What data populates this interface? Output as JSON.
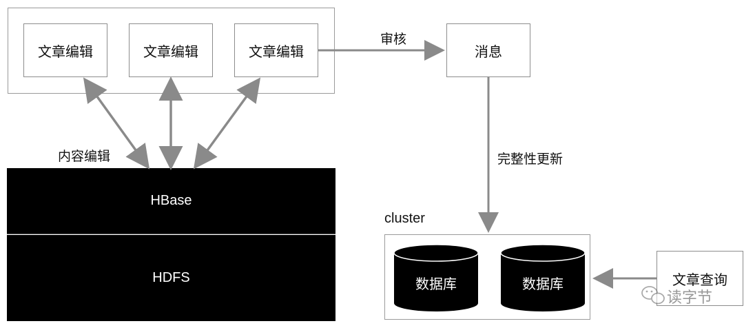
{
  "editors": [
    {
      "label": "文章编辑"
    },
    {
      "label": "文章编辑"
    },
    {
      "label": "文章编辑"
    }
  ],
  "edge_labels": {
    "review": "审核",
    "content_edit": "内容编辑",
    "integrity_update": "完整性更新"
  },
  "message": "消息",
  "storage": {
    "hbase": "HBase",
    "hdfs": "HDFS"
  },
  "cluster": {
    "title": "cluster",
    "databases": [
      {
        "label": "数据库"
      },
      {
        "label": "数据库"
      }
    ]
  },
  "query": "文章查询",
  "watermark": "读字节",
  "colors": {
    "arrow": "#8a8a8a",
    "border": "#9a9a9a",
    "fill_dark": "#000000"
  }
}
